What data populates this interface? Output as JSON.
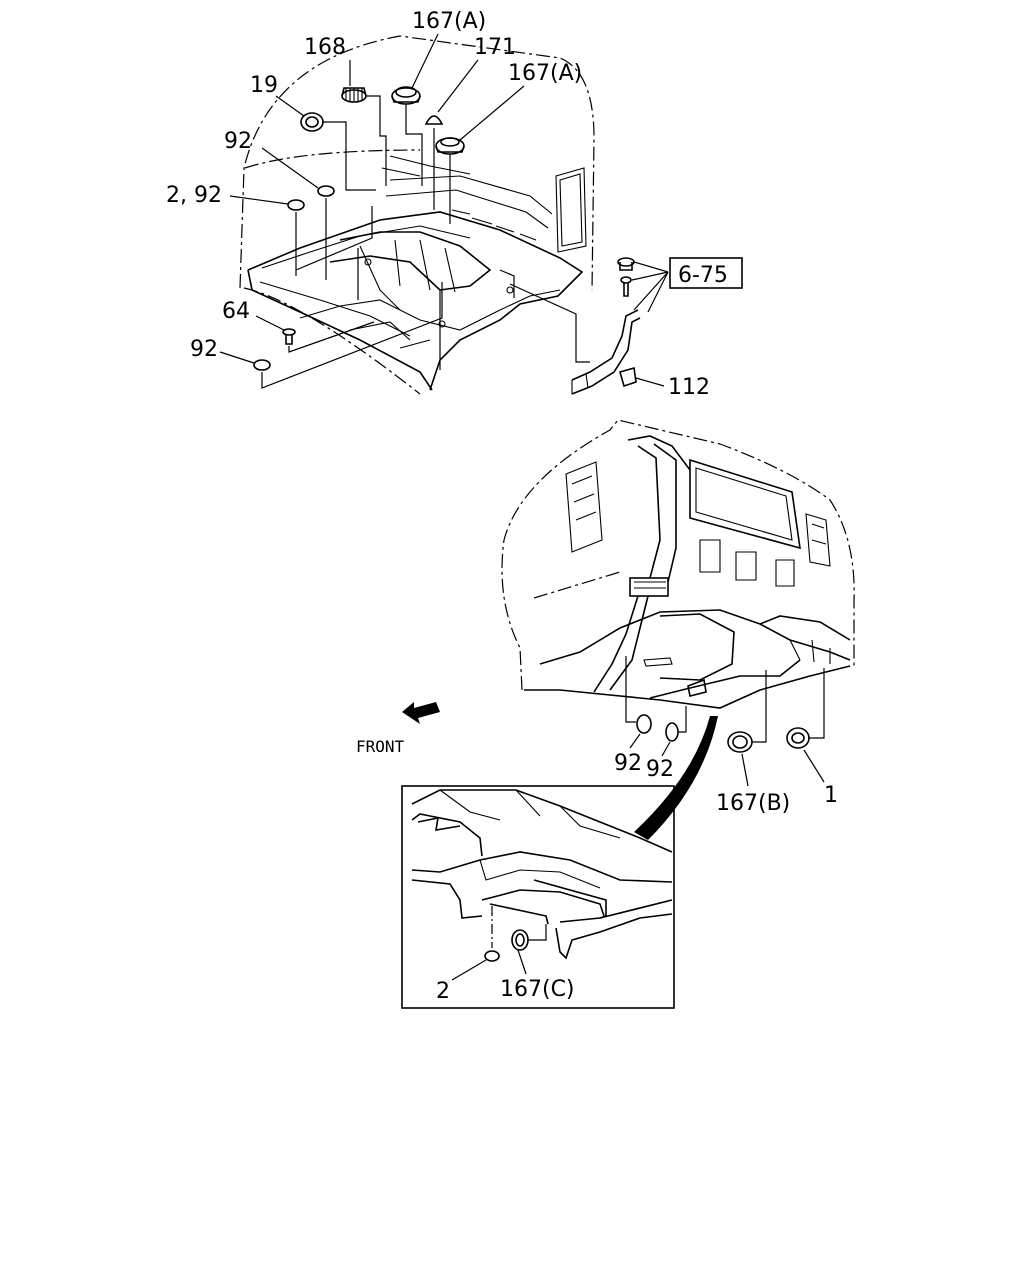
{
  "labels": {
    "l_167a_top": "167(A)",
    "l_168": "168",
    "l_171": "171",
    "l_167a_right": "167(A)",
    "l_19": "19",
    "l_92_a": "92",
    "l_2_92": "2, 92",
    "l_64": "64",
    "l_92_b": "92",
    "l_6_75": "6-75",
    "l_112": "112",
    "l_92_c": "92",
    "l_92_d": "92",
    "l_167b": "167(B)",
    "l_1": "1",
    "l_2": "2",
    "l_167c": "167(C)",
    "front": "FRONT"
  }
}
